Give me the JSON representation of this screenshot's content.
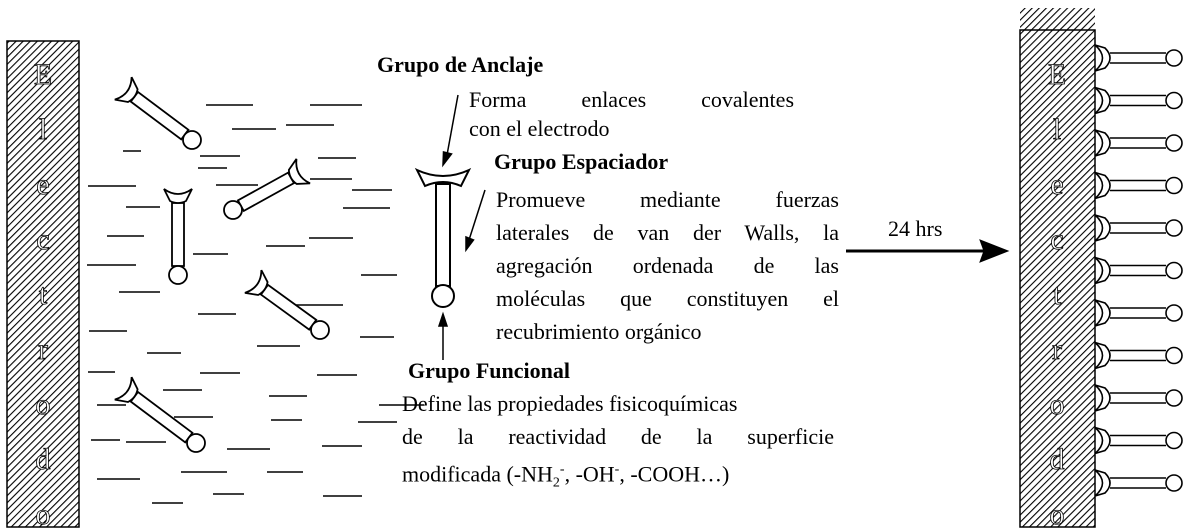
{
  "electrode_label": "Electrodo",
  "electrode_letters": [
    "E",
    "l",
    "e",
    "c",
    "t",
    "r",
    "o",
    "d",
    "o"
  ],
  "anchor_group": {
    "title": "Grupo de Anclaje",
    "desc_lines": [
      "Forma enlaces covalentes",
      "con el electrodo"
    ]
  },
  "spacer_group": {
    "title": "Grupo Espaciador",
    "desc_lines": [
      "Promueve mediante fuerzas",
      "laterales de van der Walls, la",
      "agregación ordenada de las",
      "moléculas que constituyen el",
      "recubrimiento orgánico"
    ]
  },
  "functional_group": {
    "title": "Grupo Funcional",
    "desc_lines": [
      "Define las propiedades fisicoquímicas",
      "de la reactividad de la superficie"
    ],
    "last_line": {
      "prefix": "modificada (-NH",
      "sub1": "2",
      "sup1": "-",
      "mid": ", -OH",
      "sup2": "-",
      "suffix": ", -COOH…)"
    }
  },
  "reaction_time": "24 hrs",
  "colors": {
    "stroke": "#000000",
    "fill": "#ffffff"
  }
}
